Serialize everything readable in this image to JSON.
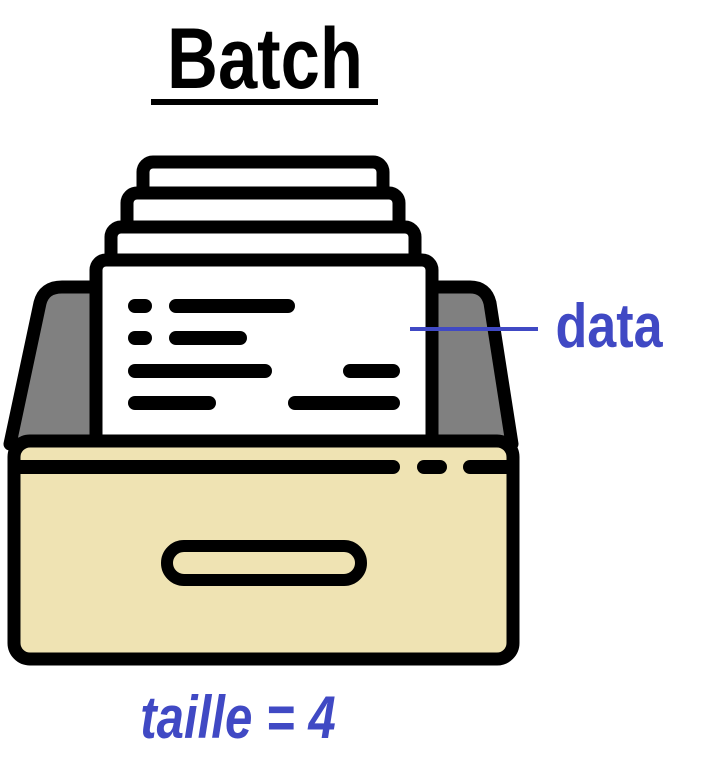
{
  "title": "Batch",
  "data_label": "data",
  "size_label": "taille = 4",
  "colors": {
    "outline": "#000000",
    "paper": "#ffffff",
    "drawer": "#efe3b3",
    "drawer_side": "#808080",
    "accent_blue": "#4049c4"
  },
  "icons": {
    "main": "file-drawer-icon"
  }
}
